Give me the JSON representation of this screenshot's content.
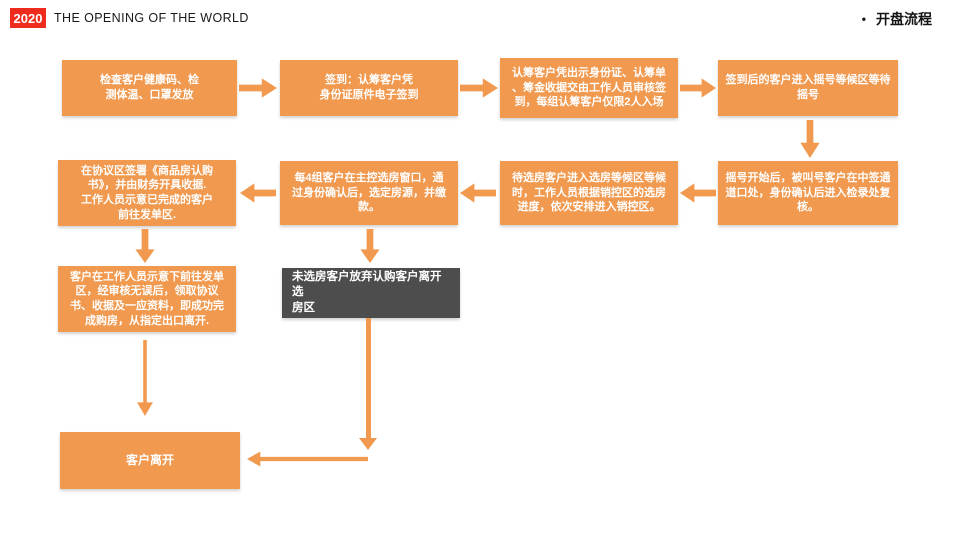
{
  "header": {
    "year": "2020",
    "title": "THE OPENING OF THE WORLD",
    "bullet": "•",
    "section": "开盘流程"
  },
  "colors": {
    "accent_orange": "#F0994F",
    "dark_gray": "#4D4D4D",
    "badge_red": "#EE2B1C",
    "box_text": "#FFFFFF",
    "header_text": "#181818"
  },
  "flow": {
    "steps": [
      {
        "id": "step-1",
        "text": "检查客户健康码、检\n测体温、口罩发放"
      },
      {
        "id": "step-2",
        "text": "签到：认筹客户凭\n身份证原件电子签到"
      },
      {
        "id": "step-3",
        "text": "认筹客户凭出示身份证、认筹单\n、筹金收据交由工作人员审核签\n到，每组认筹客户仅限2人入场"
      },
      {
        "id": "step-4",
        "text": "签到后的客户进入摇号等候区等待\n摇号"
      },
      {
        "id": "step-5",
        "text": "摇号开始后，被叫号客户在中签通\n道口处，身份确认后进入检录处复\n核。"
      },
      {
        "id": "step-6",
        "text": "待选房客户进入选房等候区等候\n时，工作人员根据销控区的选房\n进度，依次安排进入销控区。"
      },
      {
        "id": "step-7",
        "text": "每4组客户在主控选房窗口，通\n过身份确认后，选定房源，并缴\n款。"
      },
      {
        "id": "step-8",
        "text": "在协议区签署《商品房认购\n书》，并由财务开具收据.\n工作人员示意已完成的客户\n前往发单区."
      },
      {
        "id": "step-9",
        "text": "客户在工作人员示意下前往发单\n区，经审核无误后，领取协议\n书、收据及一应资料，即成功完\n成购房，从指定出口离开."
      },
      {
        "id": "exit-note",
        "text": "未选房客户放弃认购客户离开选\n房区"
      },
      {
        "id": "leave",
        "text": "客户离开"
      }
    ]
  }
}
